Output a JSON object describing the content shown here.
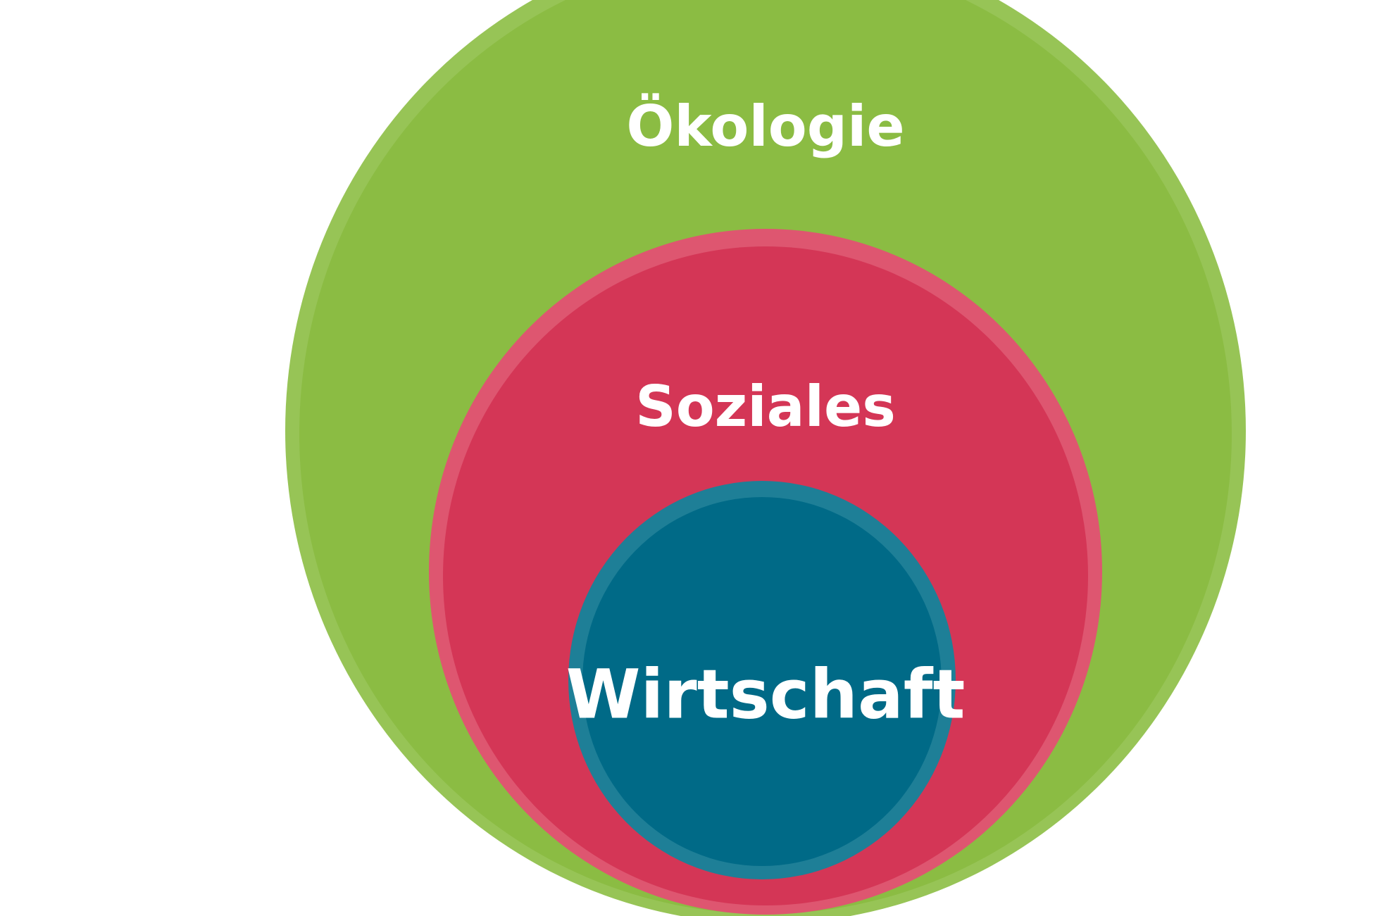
{
  "diagram": {
    "circles": {
      "outer": {
        "label": "Ökologie",
        "fill": "#8BBC43",
        "edge": "#97C456"
      },
      "middle": {
        "label": "Soziales",
        "fill": "#D43656",
        "edge": "#DE5670"
      },
      "inner": {
        "label": "Wirtschaft",
        "fill": "#006A87",
        "edge": "#1E7F97"
      }
    },
    "background": "#FFFFFF"
  }
}
